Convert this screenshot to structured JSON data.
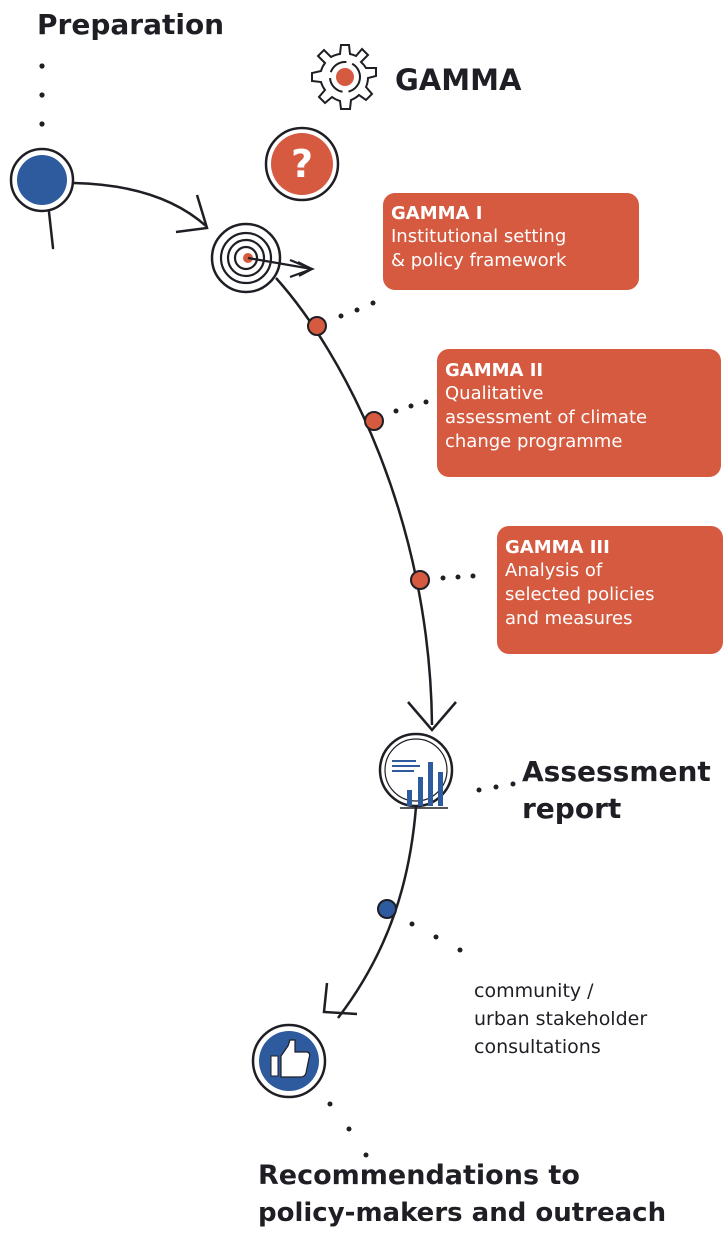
{
  "labels": {
    "preparation": "Preparation",
    "gamma": "GAMMA",
    "assessment_line1": "Assessment",
    "assessment_line2": "report",
    "community_line1": "community /",
    "community_line2": "urban stakeholder",
    "community_line3": "consultations",
    "recommendations_line1": "Recommendations to",
    "recommendations_line2": "policy-makers and outreach"
  },
  "boxes": [
    {
      "title": "GAMMA I",
      "lines": [
        "Institutional setting",
        "& policy framework"
      ]
    },
    {
      "title": "GAMMA II",
      "lines": [
        "Qualitative",
        "assessment of climate",
        "change programme"
      ]
    },
    {
      "title": "GAMMA III",
      "lines": [
        "Analysis of",
        "selected policies",
        "and measures"
      ]
    }
  ],
  "icons": {
    "question_mark": "?"
  },
  "colors": {
    "accent": "#d65a40",
    "blue": "#2e5a9e",
    "ink": "#1e1e24"
  }
}
